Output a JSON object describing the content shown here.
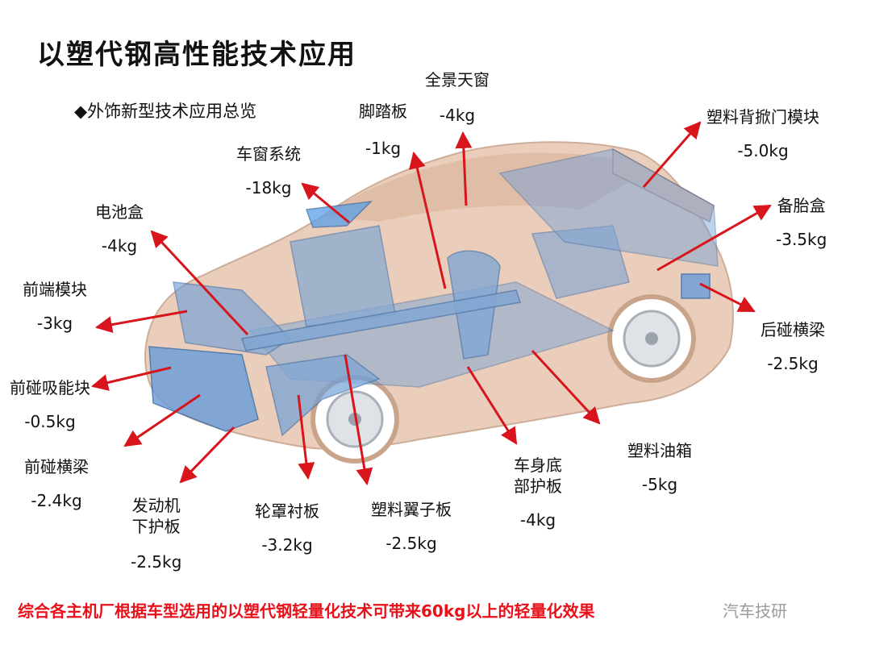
{
  "title": "以塑代钢高性能技术应用",
  "subtitle": "◆外饰新型技术应用总览",
  "labels": {
    "sunroof": {
      "name": "全景天窗",
      "weight": "-4kg"
    },
    "pedal": {
      "name": "脚踏板",
      "weight": "-1kg"
    },
    "window": {
      "name": "车窗系统",
      "weight": "-18kg"
    },
    "battery": {
      "name": "电池盒",
      "weight": "-4kg"
    },
    "front_module": {
      "name": "前端模块",
      "weight": "-3kg"
    },
    "front_absorber": {
      "name": "前碰吸能块",
      "weight": "-0.5kg"
    },
    "front_beam": {
      "name": "前碰横梁",
      "weight": "-2.4kg"
    },
    "engine_shield": {
      "name_l1": "发动机",
      "name_l2": "下护板",
      "weight": "-2.5kg"
    },
    "wheel_liner": {
      "name": "轮罩衬板",
      "weight": "-3.2kg"
    },
    "fender": {
      "name": "塑料翼子板",
      "weight": "-2.5kg"
    },
    "underbody": {
      "name_l1": "车身底",
      "name_l2": "部护板",
      "weight": "-4kg"
    },
    "fuel_tank": {
      "name": "塑料油箱",
      "weight": "-5kg"
    },
    "rear_beam": {
      "name": "后碰横梁",
      "weight": "-2.5kg"
    },
    "spare_tire": {
      "name": "备胎盒",
      "weight": "-3.5kg"
    },
    "tailgate": {
      "name": "塑料背掀门模块",
      "weight": "-5.0kg"
    }
  },
  "footer": "综合各主机厂根据车型选用的以塑代钢轻量化技术可带来60kg以上的轻量化效果",
  "watermark": "汽车技研",
  "colors": {
    "arrow": "#d8141c",
    "body": "#e8c9b4",
    "parts": "#6f9fd8",
    "footer": "#e8101a"
  }
}
